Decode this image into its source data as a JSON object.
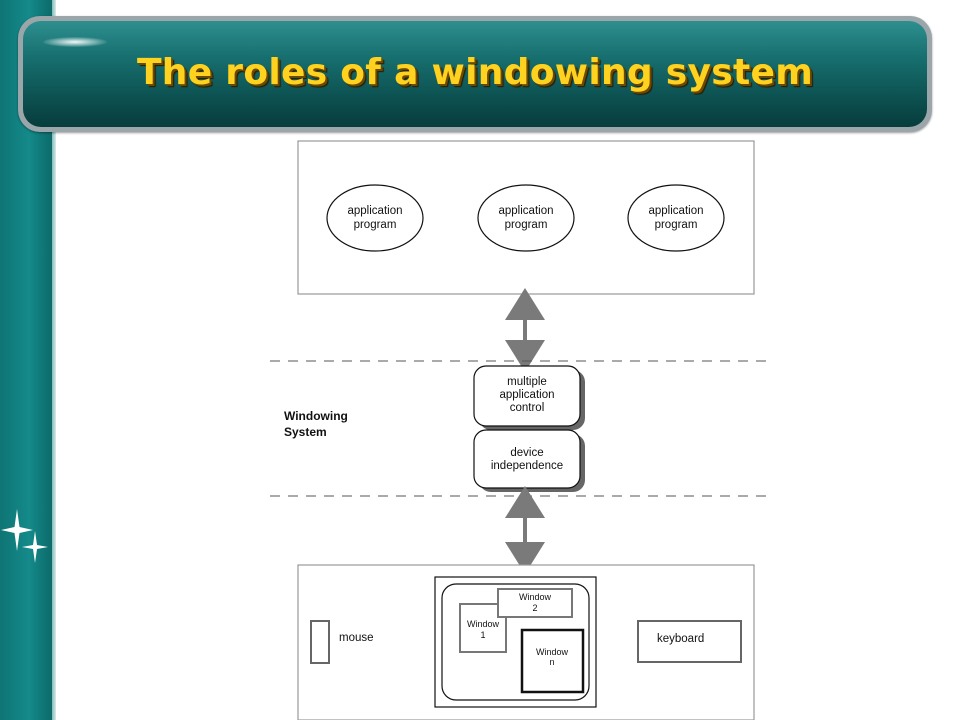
{
  "slide": {
    "title": "The roles of a windowing system"
  },
  "diagram": {
    "applications": [
      {
        "line1": "application",
        "line2": "program"
      },
      {
        "line1": "application",
        "line2": "program"
      },
      {
        "line1": "application",
        "line2": "program"
      }
    ],
    "windowing_label": {
      "line1": "Windowing",
      "line2": "System"
    },
    "multiple_control": {
      "line1": "multiple",
      "line2": "application",
      "line3": "control"
    },
    "device_independence": {
      "line1": "device",
      "line2": "independence"
    },
    "mouse_label": "mouse",
    "keyboard_label": "keyboard",
    "windows": [
      {
        "line1": "Window",
        "line2": "1"
      },
      {
        "line1": "Window",
        "line2": "2"
      },
      {
        "line1": "Window",
        "line2": "n"
      }
    ]
  }
}
